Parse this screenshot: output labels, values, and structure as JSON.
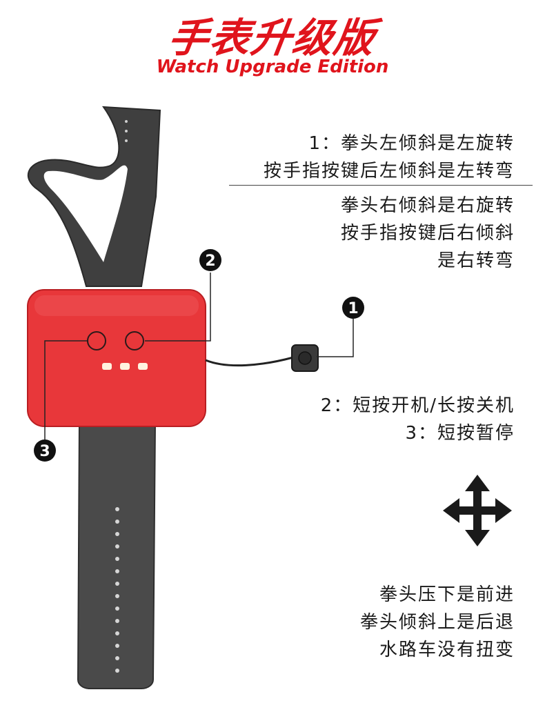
{
  "header": {
    "title_cn": "手表升级版",
    "title_en": "Watch Upgrade Edition"
  },
  "callouts": {
    "c1": "1",
    "c2": "2",
    "c3": "3"
  },
  "instructions": {
    "left_turn": [
      "1：拳头左倾斜是左旋转",
      "按手指按键后左倾斜是左转弯"
    ],
    "right_turn": [
      "拳头右倾斜是右旋转",
      "按手指按键后右倾斜",
      "是右转弯"
    ],
    "buttons": [
      "2：短按开机/长按关机",
      "3：短按暂停"
    ],
    "movement": [
      "拳头压下是前进",
      "拳头倾斜上是后退",
      "水路车没有扭变"
    ]
  },
  "colors": {
    "title_red": "#e0141c",
    "device_red": "#e8373a",
    "strap": "#4a4a4a",
    "led": "#fff3e0"
  }
}
